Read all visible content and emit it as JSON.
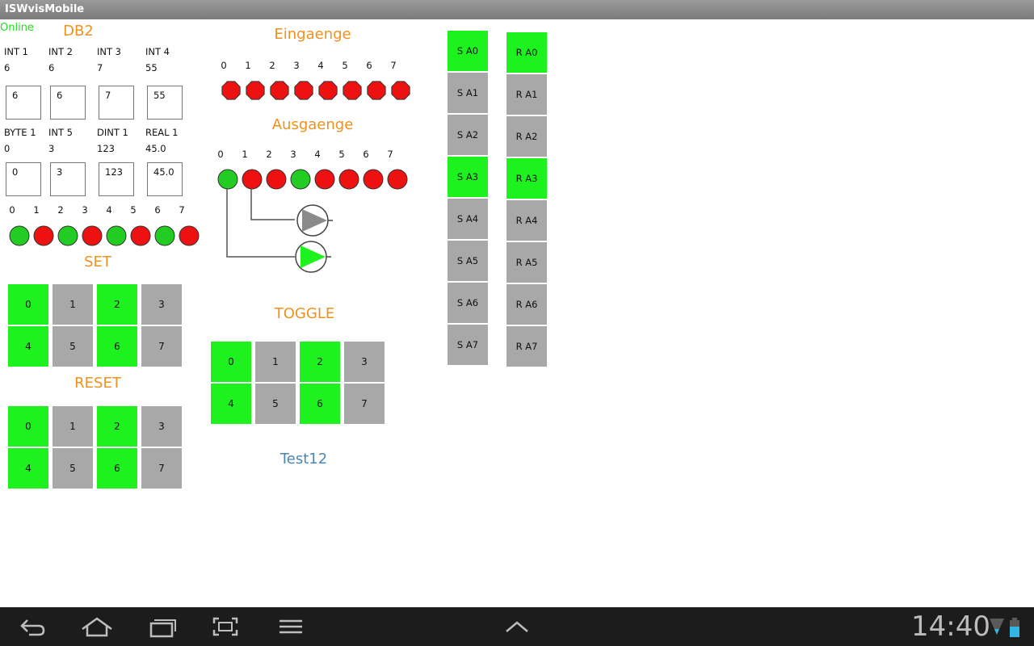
{
  "app": {
    "title": "ISWvisMobile",
    "status": "Online"
  },
  "db2": {
    "title": "DB2",
    "row1": [
      {
        "label": "INT 1",
        "value": "6",
        "field": "6"
      },
      {
        "label": "INT 2",
        "value": "6",
        "field": "6"
      },
      {
        "label": "INT 3",
        "value": "7",
        "field": "7"
      },
      {
        "label": "INT 4",
        "value": "55",
        "field": "55"
      }
    ],
    "row2": [
      {
        "label": "BYTE 1",
        "value": "0",
        "field": "0"
      },
      {
        "label": "INT 5",
        "value": "3",
        "field": "3"
      },
      {
        "label": "DINT 1",
        "value": "123",
        "field": "123"
      },
      {
        "label": "REAL 1",
        "value": "45.0",
        "field": "45.0"
      }
    ],
    "bits": {
      "labels": [
        "0",
        "1",
        "2",
        "3",
        "4",
        "5",
        "6",
        "7"
      ],
      "states": [
        "on",
        "off",
        "on",
        "off",
        "on",
        "off",
        "on",
        "off"
      ]
    }
  },
  "set": {
    "title": "SET",
    "labels": [
      "0",
      "1",
      "2",
      "3",
      "4",
      "5",
      "6",
      "7"
    ],
    "states": [
      "on",
      "off",
      "on",
      "off",
      "on",
      "off",
      "on",
      "off"
    ]
  },
  "reset": {
    "title": "RESET",
    "labels": [
      "0",
      "1",
      "2",
      "3",
      "4",
      "5",
      "6",
      "7"
    ],
    "states": [
      "on",
      "off",
      "on",
      "off",
      "on",
      "off",
      "on",
      "off"
    ]
  },
  "eingaenge": {
    "title": "Eingaenge",
    "labels": [
      "0",
      "1",
      "2",
      "3",
      "4",
      "5",
      "6",
      "7"
    ],
    "states": [
      "off",
      "off",
      "off",
      "off",
      "off",
      "off",
      "off",
      "off"
    ]
  },
  "ausgaenge": {
    "title": "Ausgaenge",
    "labels": [
      "0",
      "1",
      "2",
      "3",
      "4",
      "5",
      "6",
      "7"
    ],
    "states": [
      "on",
      "off",
      "off",
      "on",
      "off",
      "off",
      "off",
      "off"
    ]
  },
  "pumps": [
    {
      "state": "off"
    },
    {
      "state": "on"
    }
  ],
  "toggle": {
    "title": "TOGGLE",
    "labels": [
      "0",
      "1",
      "2",
      "3",
      "4",
      "5",
      "6",
      "7"
    ],
    "states": [
      "on",
      "off",
      "on",
      "off",
      "on",
      "off",
      "on",
      "off"
    ]
  },
  "test_label": "Test12",
  "sa": {
    "labels": [
      "S A0",
      "S A1",
      "S A2",
      "S A3",
      "S A4",
      "S A5",
      "S A6",
      "S A7"
    ],
    "states": [
      "on",
      "off",
      "off",
      "on",
      "off",
      "off",
      "off",
      "off"
    ]
  },
  "ra": {
    "labels": [
      "R A0",
      "R A1",
      "R A2",
      "R A3",
      "R A4",
      "R A5",
      "R A6",
      "R A7"
    ],
    "states": [
      "on",
      "off",
      "off",
      "on",
      "off",
      "off",
      "off",
      "off"
    ]
  },
  "colors": {
    "on": "#1ef21e",
    "off": "#a8a8a8",
    "led_on": "#22cc22",
    "led_off": "#ee1111",
    "heading": "#f0901e",
    "link": "#4a86b8"
  },
  "statusbar": {
    "time": "14:40"
  },
  "icons": {
    "back": "back-icon",
    "home": "home-icon",
    "recent": "recent-apps-icon",
    "screenshot": "screenshot-icon",
    "menu": "menu-icon",
    "up": "chevron-up-icon",
    "wifi": "wifi-icon",
    "battery": "battery-icon"
  }
}
